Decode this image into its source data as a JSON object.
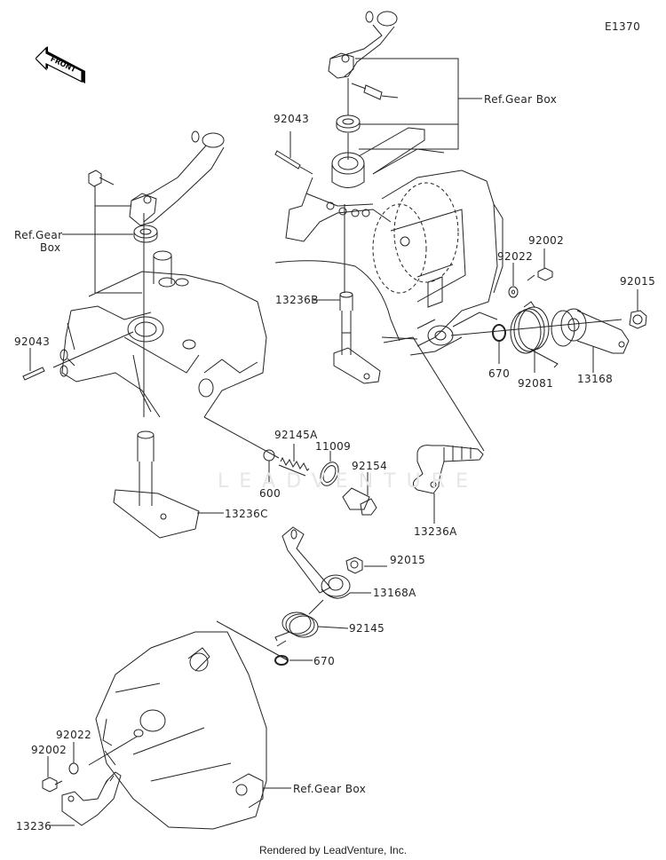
{
  "diagram": {
    "code": "E1370",
    "front_label": "FRONT",
    "watermark": "LEADVENTURE",
    "footer": "Rendered by LeadVenture, Inc.",
    "colors": {
      "line": "#222222",
      "watermark": "#e6e6e6"
    }
  },
  "callouts": {
    "ref_gear_box_top": "Ref.Gear Box",
    "ref_gear_box_left": "Ref.Gear\nBox",
    "ref_gear_box_left_l1": "Ref.Gear",
    "ref_gear_box_left_l2": "Box",
    "ref_gear_box_bottom": "Ref.Gear Box",
    "p92043_top": "92043",
    "p92043_left": "92043",
    "p13236B": "13236B",
    "p92022_right": "92022",
    "p92002_right": "92002",
    "p92015_right": "92015",
    "p670_right": "670",
    "p92081": "92081",
    "p13168": "13168",
    "p92145A": "92145A",
    "p11009": "11009",
    "p92154": "92154",
    "p600": "600",
    "p13236C": "13236C",
    "p13236A": "13236A",
    "p92015_mid": "92015",
    "p13168A": "13168A",
    "p92145": "92145",
    "p670_mid": "670",
    "p92022_left": "92022",
    "p92002_left": "92002",
    "p13236": "13236"
  }
}
